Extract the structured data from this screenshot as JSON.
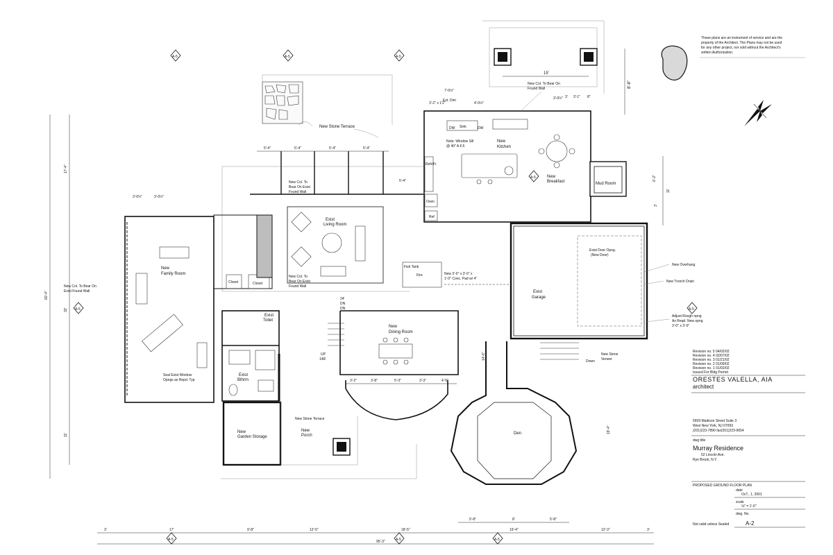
{
  "notice": [
    "These plans are an instrument of service and are the",
    "property of the Architect. The Plans may not be used",
    "for any other project, nor sold without the Architect's",
    "written Authorization."
  ],
  "rooms": {
    "stone_terrace_top": "New Stone Terrace",
    "kitchen": [
      "New",
      "Kitchen"
    ],
    "window_sill_note": [
      "Note: Window Sill",
      "@ 40\" A.F.F."
    ],
    "breakfast": [
      "New",
      "Breakfast"
    ],
    "mud_room": "Mud Room",
    "living_room": [
      "Exist",
      "Living Room"
    ],
    "family_room": [
      "New",
      "Family Room"
    ],
    "garage": [
      "Exist",
      "Garage"
    ],
    "toilet": [
      "Exist",
      "Toilet"
    ],
    "bathroom": [
      "Exist",
      "Bthrm"
    ],
    "dining_room": [
      "New",
      "Dining Room"
    ],
    "garden_storage": [
      "New",
      "Garden Storage"
    ],
    "porch": [
      "New",
      "Porch"
    ],
    "stone_terrace_bottom": "New Stone Terrace",
    "den": "Den",
    "closet1": "Closet",
    "closet2": "Closet"
  },
  "fixtures": {
    "dw": "DW",
    "sink": "Sink",
    "dw2": "DW",
    "refr": "Refr/Fr",
    "oven": "Oven",
    "ref": "Ref",
    "up": [
      "UP",
      "14R"
    ],
    "dn": [
      "24'",
      "DN",
      "DN"
    ],
    "fish_tank": "Fish Tank",
    "fire": "Fire"
  },
  "notes": {
    "col_bear_top": [
      "New Col. To Bear On",
      "Found Wall"
    ],
    "col_bear_exist1": [
      "New Col. To",
      "Bear On Exist",
      "Found Wall"
    ],
    "col_bear_exist2": [
      "New Col. To",
      "Bear On Exist",
      "Found Wall"
    ],
    "col_bear_family": [
      "New Col. To Bear On",
      "Exist Found Wall"
    ],
    "conc_pad": [
      "New 3'-0\" x 3'-0\" x",
      "1'-0\" Conc. Pad w/ 4\""
    ],
    "door_opng": [
      "Exist Door Opng.",
      "(New Door)"
    ],
    "overhang": "New Overhang",
    "trench_drain": "New Trench Drain",
    "rough_opng": [
      "Adjust Rough opng",
      "As Reqd. New opng",
      "3'-0\" x 3'-0\""
    ],
    "stone_veneer": [
      "New Stone",
      "Veneer"
    ],
    "down": "Down",
    "seal_window": [
      "Seal Exist Window",
      "Opngs as Repd. Typ"
    ],
    "ext_dim": "Ext. Dim"
  },
  "dimensions": {
    "top_15": "15'",
    "right_8_8": "8'-8\"",
    "k1": "7'-0½\"",
    "k2": "3'-2\" x 1'2\"",
    "k3": "4'-0½\"",
    "k4": "3'-0½\"",
    "k5": "3'",
    "k6": "3'-1\"",
    "k7": "8\"",
    "row_5_4": [
      "5'-4\"",
      "5'-4\"",
      "5'-4\"",
      "5'-4\"",
      "5'-4\""
    ],
    "fr_top": [
      "3'-0½\"",
      "3'-0½\""
    ],
    "left_17_4": "17'-4\"",
    "left_60_4": "60'-4\"",
    "left_32": "32'",
    "left_11": "11'",
    "right_6_2": "6'-2\"",
    "right_11": "11'",
    "right_3": "3'",
    "right_14_6": "14'-6\"",
    "right_19_4": "19'-4\"",
    "dining": [
      "3'-2\"",
      "3'-8\"",
      "5'-3\"",
      "3'-3\"",
      "4'-5\""
    ],
    "den_bottom": [
      "5'-8\"",
      "8'",
      "5'-8\""
    ],
    "bottom_row": [
      "3'",
      "17'",
      "9'-8\"",
      "12'-5\"",
      "18'-5\"",
      "19'-4\"",
      "12'-3\"",
      "3'"
    ],
    "overall": "95'-3\""
  },
  "tags": [
    "A-5",
    "A-5",
    "A-5",
    "A-5",
    "A-5",
    "A-5",
    "A-5",
    "A-5",
    "A-5"
  ],
  "title_block": {
    "revisions": [
      "Revision no. 5  04/02/02",
      "Revision no. 4  02/07/02",
      "Revision no. 3  01/21/02",
      "Revision no. 2  01/09/02",
      "Revision no. 1  01/02/02",
      "Issued For Bldg Permit"
    ],
    "firm": "ORESTES VALELLA, AIA",
    "role": "architect",
    "address": [
      "5609 Madison Street Suite 3",
      "West New York, NJ 07093",
      "(201)223-7890 fax(201)223-9654"
    ],
    "dwg_title_label": "dwg title",
    "project": "Murray Residence",
    "location": [
      "52 Lincoln Ave.",
      "Rye Brook, N.Y."
    ],
    "sheet_title": "PROPOSED GROUND FLOOR PLAN",
    "date_label": "date",
    "date": "OcT., 1, 2001",
    "scale_label": "scale",
    "scale": "⅛\" = 1'-0\"",
    "dwg_no_label": "dwg. No.",
    "seal_note": "Not valid unless Sealed",
    "sheet_no": "A-2"
  }
}
